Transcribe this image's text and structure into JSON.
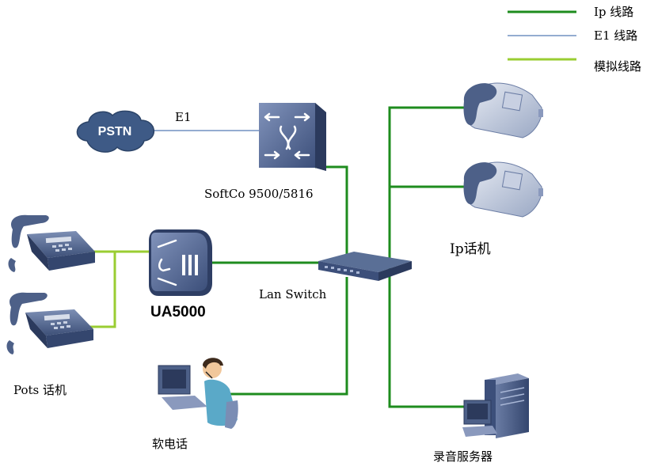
{
  "legend": {
    "items": [
      {
        "label": "Ip 线路",
        "color": "#1e8c1e"
      },
      {
        "label": "E1 线路",
        "color": "#2a5aa0"
      },
      {
        "label": "模拟线路",
        "color": "#9acd32"
      }
    ]
  },
  "nodes": {
    "pstn": "PSTN",
    "softco": "SoftCo 9500/5816",
    "ua5000": "UA5000",
    "lan_switch": "Lan Switch",
    "ip_phone": "Ip话机",
    "pots_phone": "Pots 话机",
    "softphone": "软电话",
    "recording_server": "录音服务器"
  },
  "links": {
    "e1_label": "E1"
  },
  "colors": {
    "ip_line": "#1e8c1e",
    "e1_line": "#2a5aa0",
    "analog_line": "#9acd32",
    "device_body": "#5a6f96",
    "device_dark": "#34466e"
  }
}
